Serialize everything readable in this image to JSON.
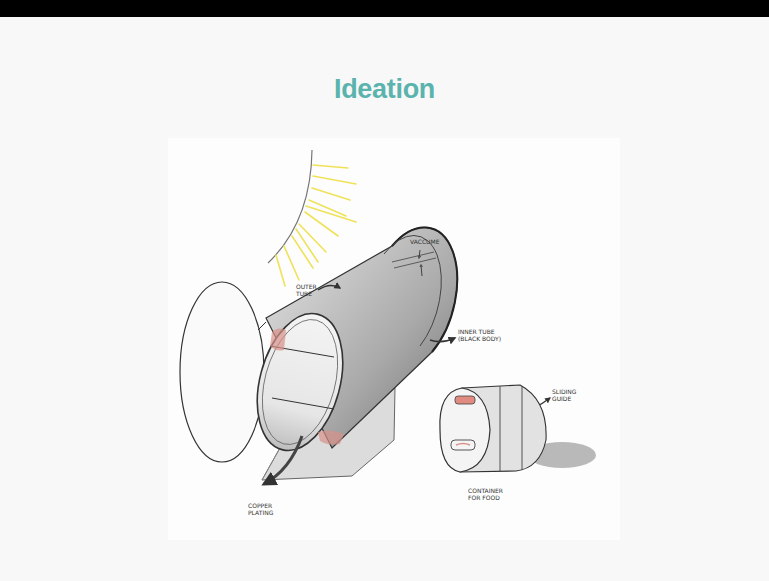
{
  "diagram": {
    "title": "Ideation",
    "labels": [
      "VACCUME",
      "OUTER TUBE",
      "INNER TUBE (BLACK BODY)",
      "SLIDING GUIDE",
      "CONTAINER FOR FOOD",
      "COPPER PLATING"
    ]
  }
}
